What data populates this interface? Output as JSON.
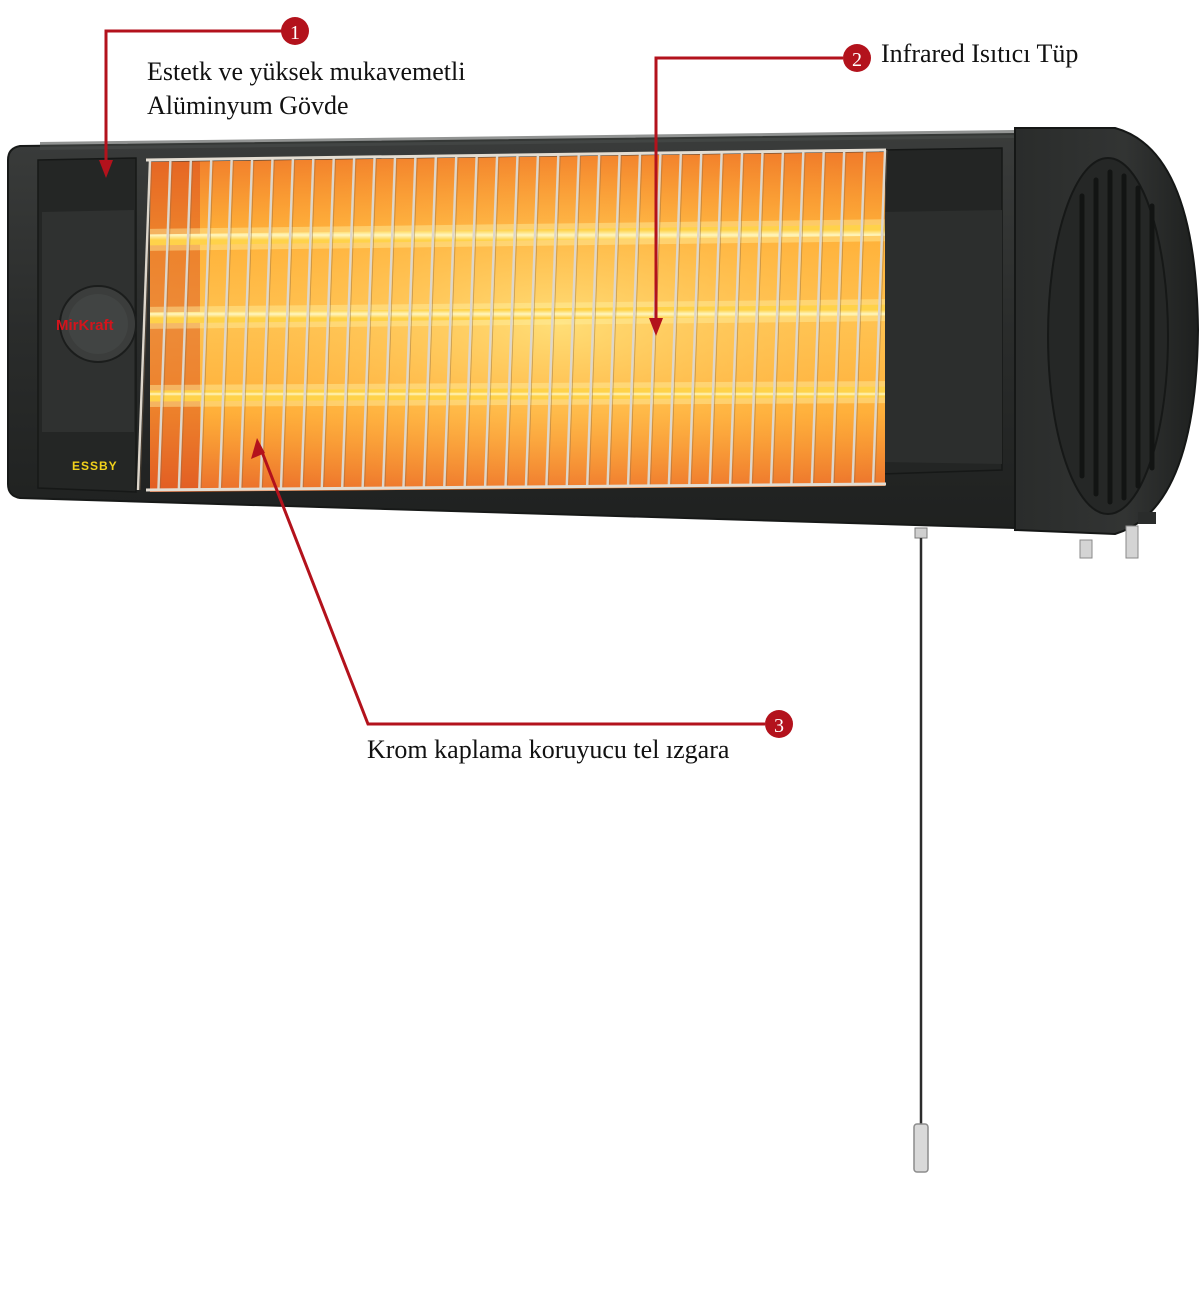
{
  "product": {
    "logo_text": "MirKraft",
    "model_text": "ESSBY"
  },
  "callouts": [
    {
      "number": "1",
      "lines": [
        "Estetk ve yüksek mukavemetli",
        "Alüminyum Gövde"
      ]
    },
    {
      "number": "2",
      "lines": [
        "Infrared Isıtıcı Tüp"
      ]
    },
    {
      "number": "3",
      "lines": [
        "Krom kaplama koruyucu tel ızgara"
      ]
    }
  ],
  "colors": {
    "callout": "#b3121c",
    "body": "#2b2d2c",
    "body_dark": "#1d1f1e",
    "glow_core": "#fff3b0",
    "glow_warm": "#ffb020",
    "glow_edge": "#e0571c",
    "grille": "#d8d2c8",
    "logo": "#d3141c",
    "model": "#f2d21b"
  }
}
